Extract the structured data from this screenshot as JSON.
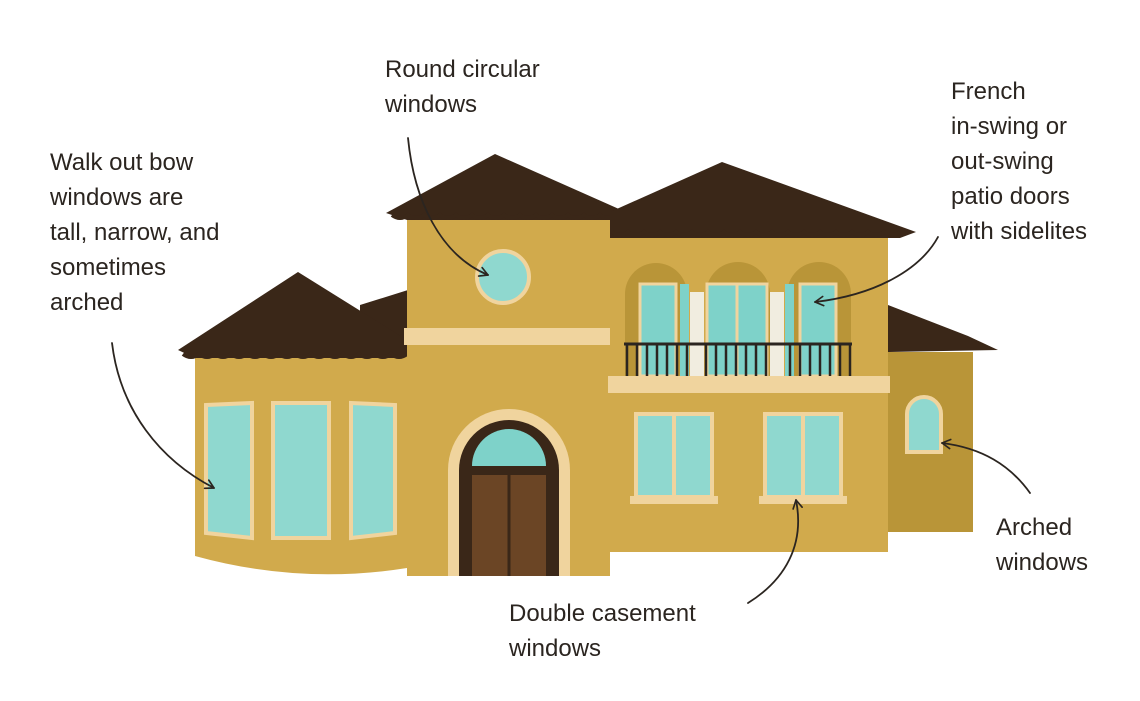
{
  "colors": {
    "roof": "#3a2718",
    "wall": "#d1aa4c",
    "wall_shadow": "#b99538",
    "trim": "#f0d49e",
    "glass": "#7ed2c9",
    "glass_light": "#8fd8cf",
    "door": "#6b4525",
    "door_frame": "#3a2718",
    "railing": "#2b2520",
    "text": "#2b2520"
  },
  "labels": {
    "bow_windows": [
      "Walk out bow",
      "windows are",
      "tall, narrow, and",
      "sometimes",
      "arched"
    ],
    "round_windows": [
      "Round circular",
      "windows"
    ],
    "french_doors": [
      "French",
      "in-swing or",
      "out-swing",
      "patio doors",
      "with sidelites"
    ],
    "arched_windows": [
      "Arched",
      "windows"
    ],
    "double_casement": [
      "Double casement",
      "windows"
    ]
  }
}
